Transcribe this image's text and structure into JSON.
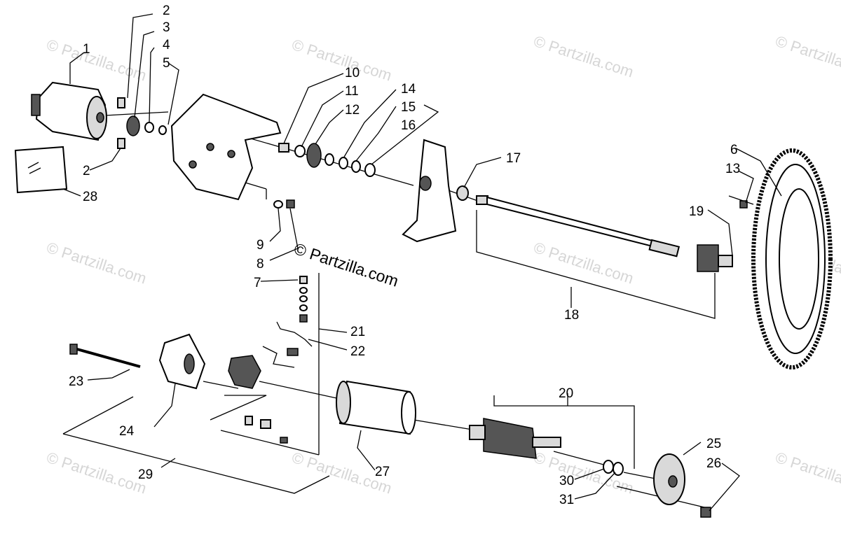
{
  "watermark": {
    "main": "© Partzilla.com",
    "repeat": "© Partzilla.com"
  },
  "callouts": [
    "1",
    "2",
    "3",
    "4",
    "5",
    "2",
    "28",
    "10",
    "11",
    "12",
    "14",
    "15",
    "16",
    "9",
    "8",
    "7",
    "17",
    "6",
    "13",
    "19",
    "18",
    "21",
    "22",
    "23",
    "24",
    "20",
    "27",
    "29",
    "25",
    "26",
    "30",
    "31"
  ]
}
